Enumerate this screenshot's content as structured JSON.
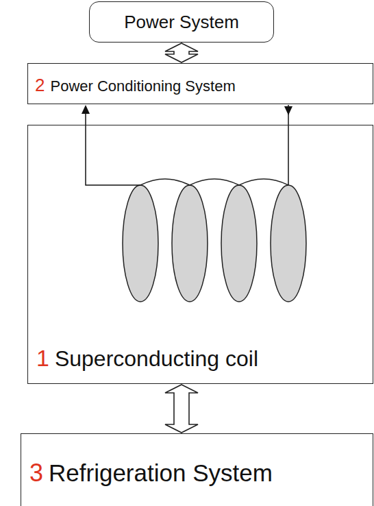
{
  "diagram": {
    "nodes": [
      {
        "text": [
          "Power System"
        ]
      },
      {
        "text": [
          "2",
          "Power Conditioning System"
        ]
      },
      {
        "text": [
          "1",
          "Superconducting coil"
        ]
      },
      {
        "text": [
          "3",
          "Refrigeration System"
        ]
      }
    ],
    "edges": [
      {
        "from": 0,
        "to": 1,
        "arrow": "both"
      },
      {
        "from": 2,
        "to": 1,
        "arrow": "to"
      },
      {
        "from": 1,
        "to": 2,
        "arrow": "to"
      },
      {
        "from": 2,
        "to": 3,
        "arrow": "both"
      }
    ]
  }
}
